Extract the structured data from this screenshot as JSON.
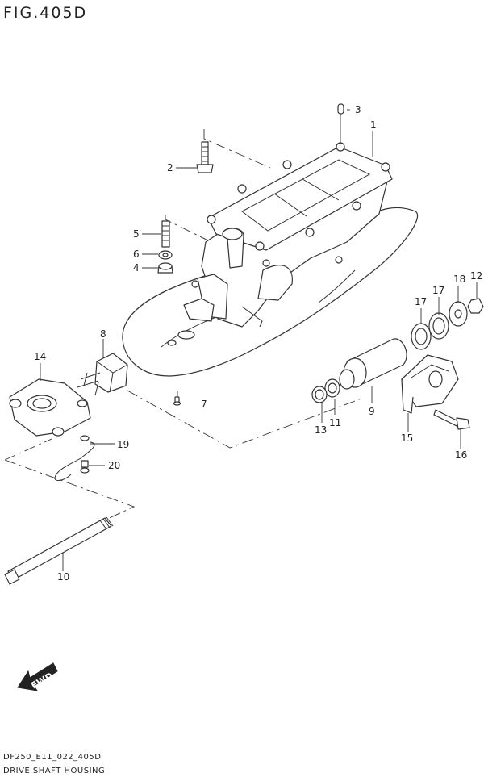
{
  "figure_title": "FIG.405D",
  "footer": {
    "model_code": "DF250_E11_022_405D",
    "section_name": "DRIVE SHAFT HOUSING"
  },
  "direction_label": "FWD",
  "callouts": [
    {
      "num": "1"
    },
    {
      "num": "2"
    },
    {
      "num": "3"
    },
    {
      "num": "4"
    },
    {
      "num": "5"
    },
    {
      "num": "6"
    },
    {
      "num": "7"
    },
    {
      "num": "8"
    },
    {
      "num": "9"
    },
    {
      "num": "10"
    },
    {
      "num": "11"
    },
    {
      "num": "12"
    },
    {
      "num": "13"
    },
    {
      "num": "14"
    },
    {
      "num": "15"
    },
    {
      "num": "16"
    },
    {
      "num": "17"
    },
    {
      "num": "17"
    },
    {
      "num": "18"
    },
    {
      "num": "19"
    },
    {
      "num": "20"
    }
  ]
}
